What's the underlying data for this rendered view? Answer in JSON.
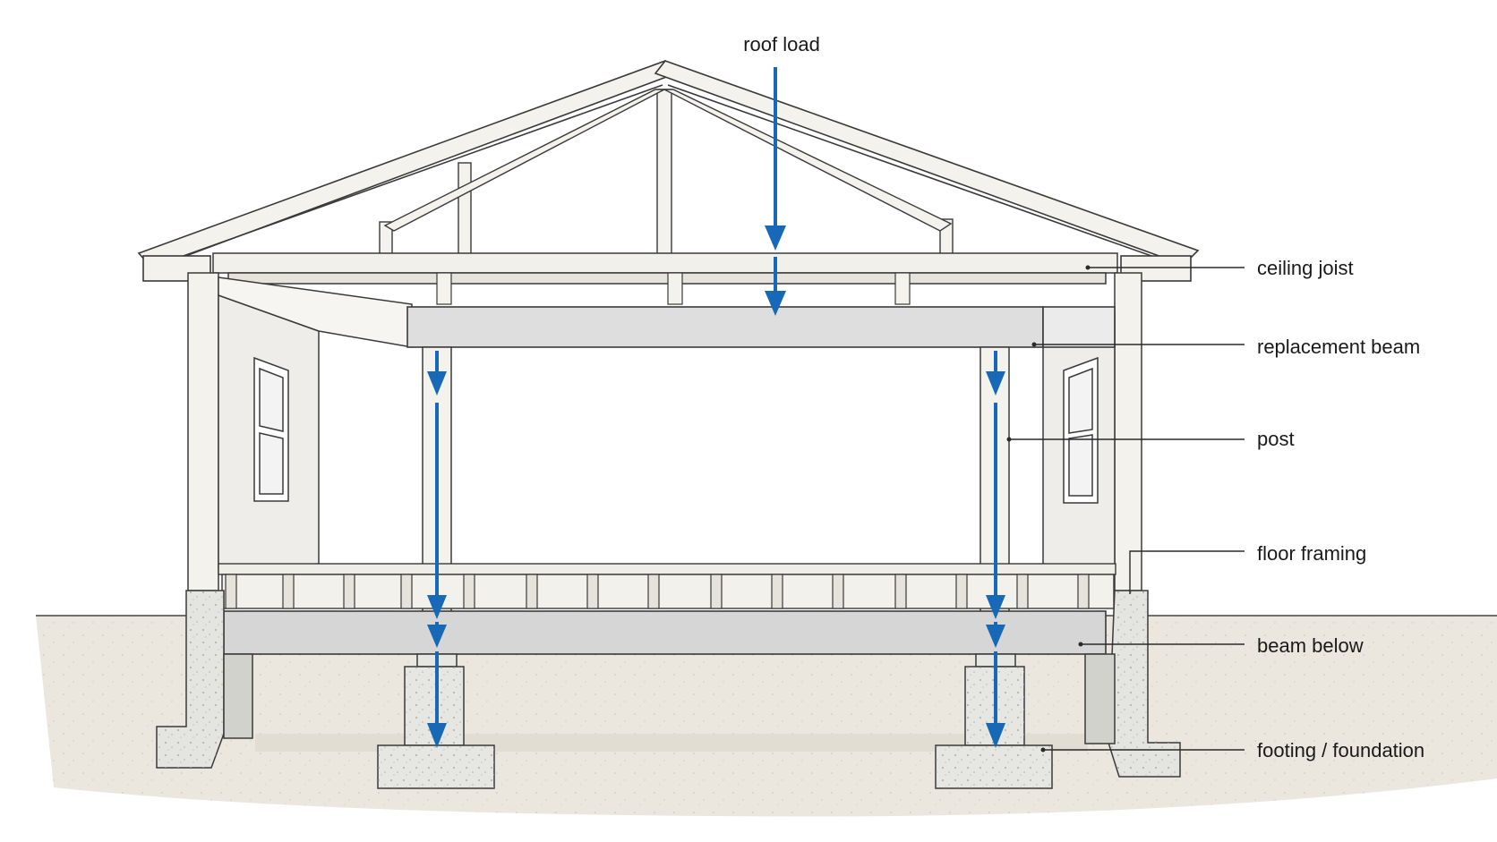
{
  "diagram": {
    "top_label": "roof load",
    "callouts": [
      {
        "id": "ceiling-joist",
        "text": "ceiling joist"
      },
      {
        "id": "replacement-beam",
        "text": "replacement beam"
      },
      {
        "id": "post",
        "text": "post"
      },
      {
        "id": "floor-framing",
        "text": "floor framing"
      },
      {
        "id": "beam-below",
        "text": "beam below"
      },
      {
        "id": "footing-foundation",
        "text": "footing / foundation"
      }
    ],
    "colors": {
      "load_arrow": "#1769b8",
      "line": "#3a3a3a",
      "wood": "#f4f2ec",
      "beam": "#dcdcdc",
      "concrete": "#e6e6e2",
      "ground": "#e8e4dc"
    }
  }
}
